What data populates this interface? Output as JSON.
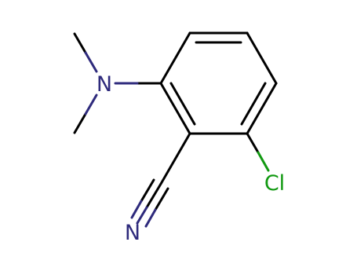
{
  "molecule": {
    "atoms": [
      {
        "id": "N_amine",
        "label": "N",
        "color": "#2e2a7c"
      },
      {
        "id": "Cl",
        "label": "Cl",
        "color": "#119911"
      },
      {
        "id": "N_nitrile",
        "label": "N",
        "color": "#2e2a7c"
      }
    ],
    "colors": {
      "bond": "#000000",
      "nitrogen": "#2e2a7c",
      "chlorine": "#119911",
      "background": "#ffffff"
    }
  }
}
